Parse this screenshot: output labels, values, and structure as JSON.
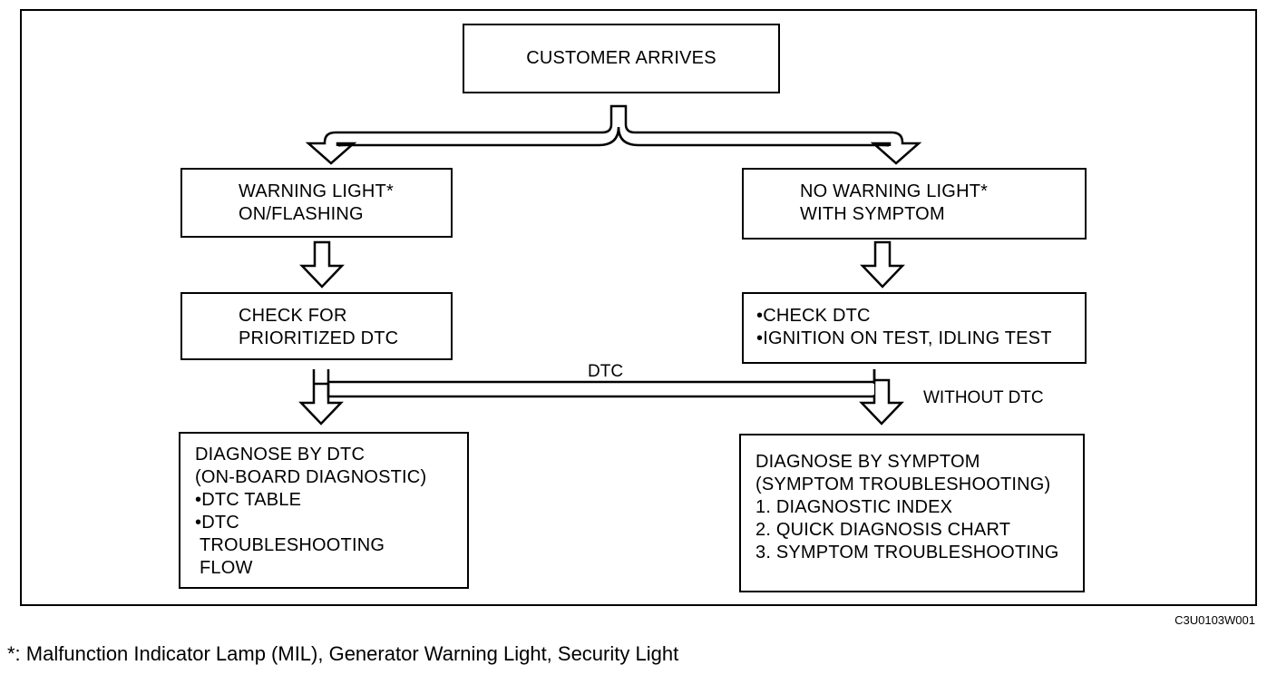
{
  "boxes": {
    "customer_arrives": "CUSTOMER ARRIVES",
    "warning_light": [
      "WARNING LIGHT*",
      "ON/FLASHING"
    ],
    "no_warning_light": [
      "NO WARNING LIGHT*",
      "WITH SYMPTOM"
    ],
    "check_prioritized": [
      "CHECK FOR",
      "PRIORITIZED DTC"
    ],
    "check_dtc": [
      "•CHECK DTC",
      "•IGNITION ON TEST, IDLING TEST"
    ],
    "diagnose_by_dtc": [
      "DIAGNOSE BY DTC",
      "(ON-BOARD DIAGNOSTIC)",
      "•DTC TABLE",
      "•DTC",
      "TROUBLESHOOTING",
      "FLOW"
    ],
    "diagnose_by_symptom": [
      "DIAGNOSE BY SYMPTOM",
      "(SYMPTOM TROUBLESHOOTING)",
      "1. DIAGNOSTIC INDEX",
      "2. QUICK DIAGNOSIS CHART",
      "3. SYMPTOM TROUBLESHOOTING"
    ]
  },
  "labels": {
    "dtc": "DTC",
    "without_dtc": "WITHOUT DTC"
  },
  "image_code": "C3U0103W001",
  "footnote": "*: Malfunction Indicator Lamp (MIL), Generator Warning Light, Security Light"
}
